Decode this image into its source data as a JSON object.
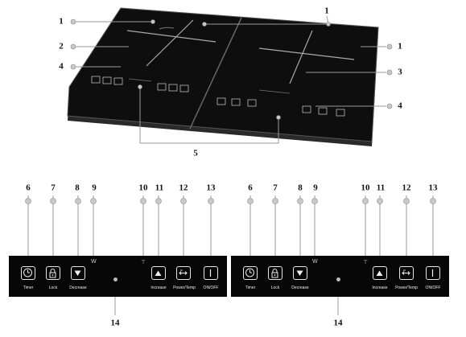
{
  "cooktop_callouts": [
    "1",
    "1",
    "1",
    "2",
    "3",
    "4",
    "4",
    "5"
  ],
  "panel_callouts": [
    "6",
    "7",
    "8",
    "9",
    "10",
    "11",
    "12",
    "13",
    "14"
  ],
  "button_labels": {
    "timer": "Timer",
    "lock": "Lock",
    "decrease": "Decrease",
    "increase": "Increase",
    "power_temp": "Power/Temp",
    "on_off": "ON/OFF"
  },
  "icons": [
    "clock-icon",
    "padlock-icon",
    "down-triangle-icon",
    "up-triangle-icon",
    "arrows-icon",
    "power-bar-icon",
    "led-indicator"
  ]
}
